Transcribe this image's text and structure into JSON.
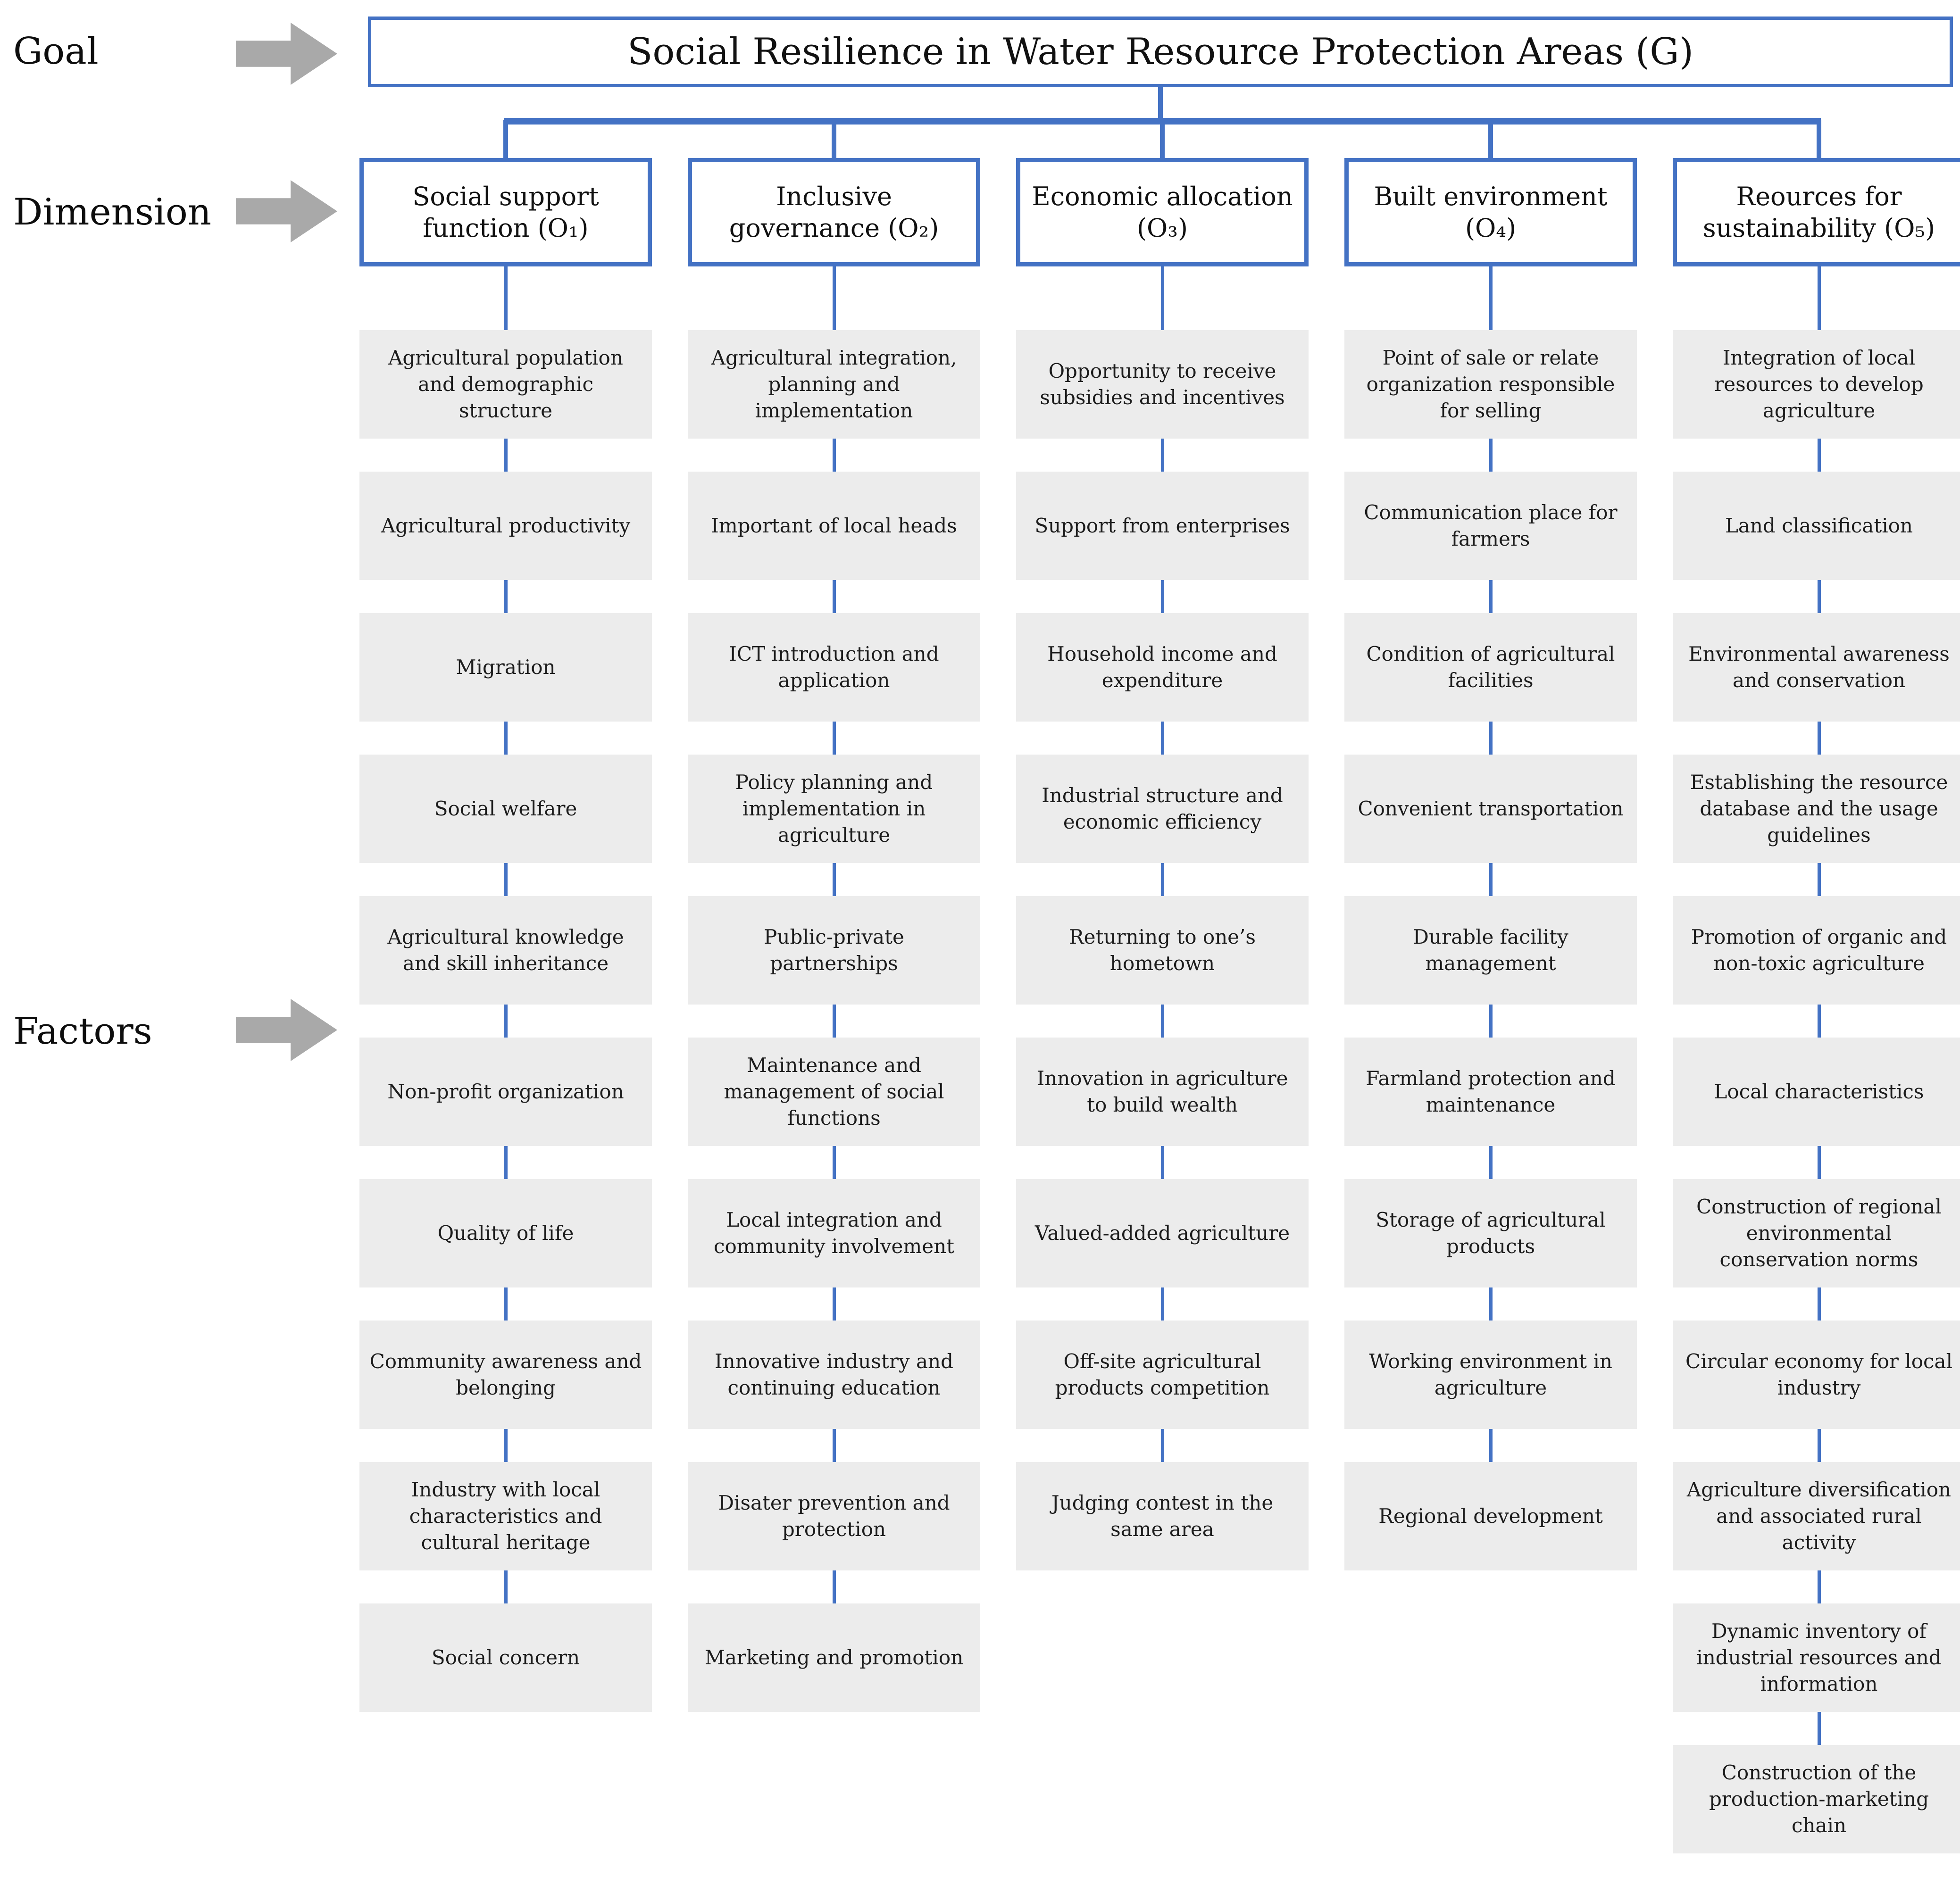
{
  "colors": {
    "accent": "#4472C4",
    "connector": "#4472C4",
    "factor_bg": "#ECECEC",
    "arrow": "#A9A9A9",
    "text": "#111111"
  },
  "row_labels": {
    "goal": "Goal",
    "dimension": "Dimension",
    "factors": "Factors"
  },
  "goal": {
    "title": "Social Resilience in Water Resource Protection Areas (G)"
  },
  "columns": [
    {
      "dimension": "Social support function (O₁)",
      "factors": [
        "Agricultural population and demographic structure",
        "Agricultural productivity",
        "Migration",
        "Social welfare",
        "Agricultural knowledge and skill inheritance",
        "Non-profit organization",
        "Quality of life",
        "Community awareness and belonging",
        "Industry with local characteristics and cultural heritage",
        "Social concern"
      ]
    },
    {
      "dimension": "Inclusive governance (O₂)",
      "factors": [
        "Agricultural integration, planning and implementation",
        "Important of local heads",
        "ICT introduction and application",
        "Policy planning and implementation in agriculture",
        "Public-private partnerships",
        "Maintenance and management of social functions",
        "Local integration and community involvement",
        "Innovative industry and continuing education",
        "Disater prevention and protection",
        "Marketing and promotion"
      ]
    },
    {
      "dimension": "Economic allocation (O₃)",
      "factors": [
        "Opportunity to receive subsidies and incentives",
        "Support from enterprises",
        "Household income and expenditure",
        "Industrial structure and economic efficiency",
        "Returning to one’s hometown",
        "Innovation in agriculture to build wealth",
        "Valued-added agriculture",
        "Off-site agricultural products competition",
        "Judging contest in the same area"
      ]
    },
    {
      "dimension": "Built environment (O₄)",
      "factors": [
        "Point of sale or relate organization responsible for selling",
        "Communication place for farmers",
        "Condition of agricultural facilities",
        "Convenient transportation",
        "Durable facility management",
        "Farmland protection and maintenance",
        "Storage of agricultural products",
        "Working environment in agriculture",
        "Regional development"
      ]
    },
    {
      "dimension": "Reources for sustainability (O₅)",
      "factors": [
        "Integration of local resources to develop agriculture",
        "Land classification",
        "Environmental awareness and conservation",
        "Establishing the resource database and the usage guidelines",
        "Promotion of organic and non-toxic agriculture",
        "Local characteristics",
        "Construction of regional environmental conservation norms",
        "Circular economy for local industry",
        "Agriculture diversification and associated rural activity",
        "Dynamic inventory of industrial resources and information",
        "Construction of the production-marketing chain"
      ]
    }
  ]
}
